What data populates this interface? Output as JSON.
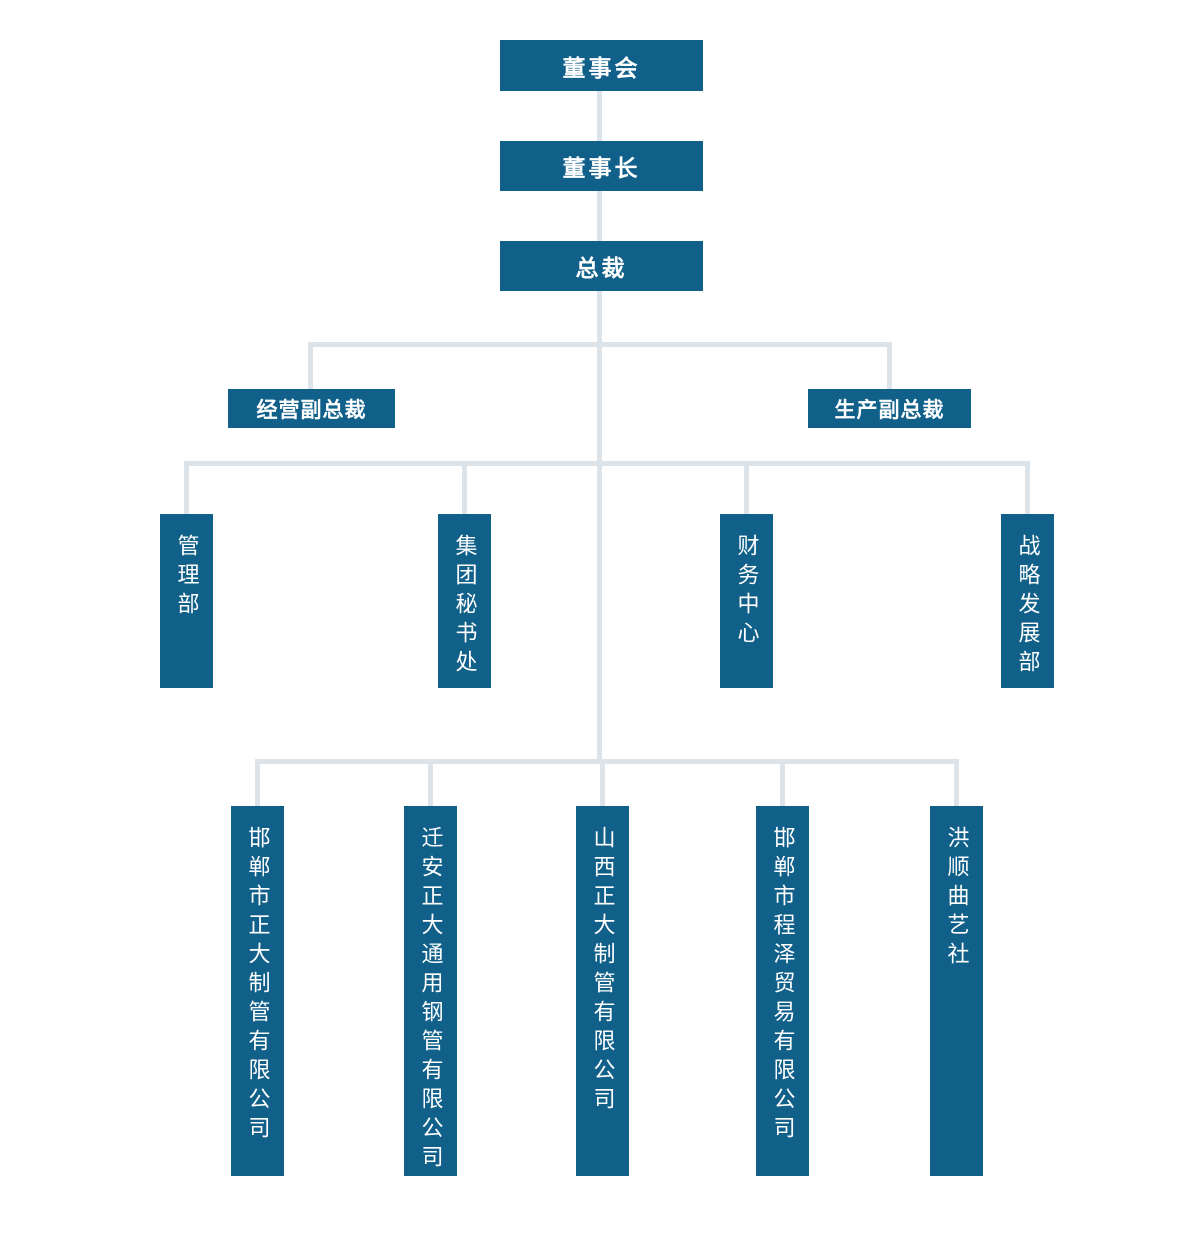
{
  "diagram": {
    "type": "org-chart",
    "background": "#ffffff"
  },
  "colors": {
    "node_fill": "#11608a",
    "node_text": "#ffffff",
    "connector": "#dce3e9"
  },
  "nodes": {
    "board": "董事会",
    "chairman": "董事长",
    "president": "总裁",
    "vp_operations": "经营副总裁",
    "vp_production": "生产副总裁",
    "dept_management": "管理部",
    "dept_group_secretariat": "集团秘书处",
    "dept_finance_center": "财务中心",
    "dept_strategic_development": "战略发展部",
    "company_handan_zhengda_pipe": "邯郸市正大制管有限公司",
    "company_qianan_zhengda_steel_pipe": "迁安正大通用钢管有限公司",
    "company_shanxi_zhengda_pipe": "山西正大制管有限公司",
    "company_handan_chengze_trading": "邯郸市程泽贸易有限公司",
    "company_hongshun_quyi_club": "洪顺曲艺社"
  },
  "hierarchy": {
    "level_1": [
      "董事会"
    ],
    "level_2": [
      "董事长"
    ],
    "level_3": [
      "总裁"
    ],
    "level_4": [
      "经营副总裁",
      "生产副总裁"
    ],
    "level_5": [
      "管理部",
      "集团秘书处",
      "财务中心",
      "战略发展部"
    ],
    "level_6": [
      "邯郸市正大制管有限公司",
      "迁安正大通用钢管有限公司",
      "山西正大制管有限公司",
      "邯郸市程泽贸易有限公司",
      "洪顺曲艺社"
    ]
  }
}
